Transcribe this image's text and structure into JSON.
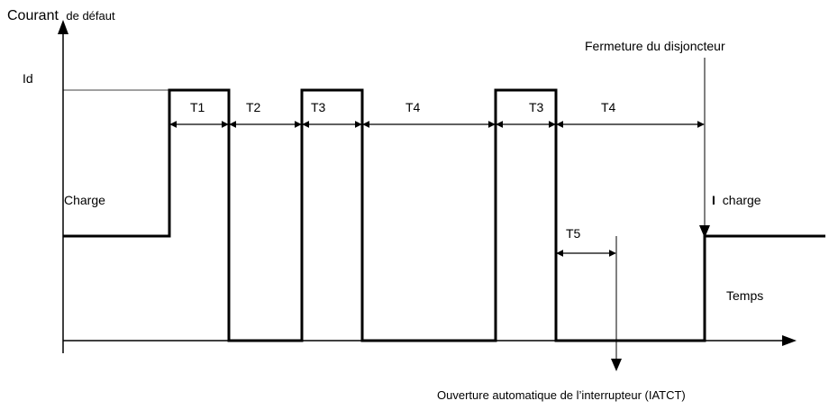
{
  "diagram": {
    "y_axis_label_main": "Courant",
    "y_axis_label_sub": "de défaut",
    "id_label": "Id",
    "charge_label": "Charge",
    "i_charge_bold": "I",
    "i_charge_text": "charge",
    "x_axis_label": "Temps",
    "fermeture_label": "Fermeture du disjoncteur",
    "ouverture_label": "Ouverture automatique de l’interrupteur (IATCT)",
    "intervals": {
      "t1": "T1",
      "t2": "T2",
      "t3a": "T3",
      "t4a": "T4",
      "t3b": "T3",
      "t4b": "T4",
      "t5": "T5"
    }
  }
}
